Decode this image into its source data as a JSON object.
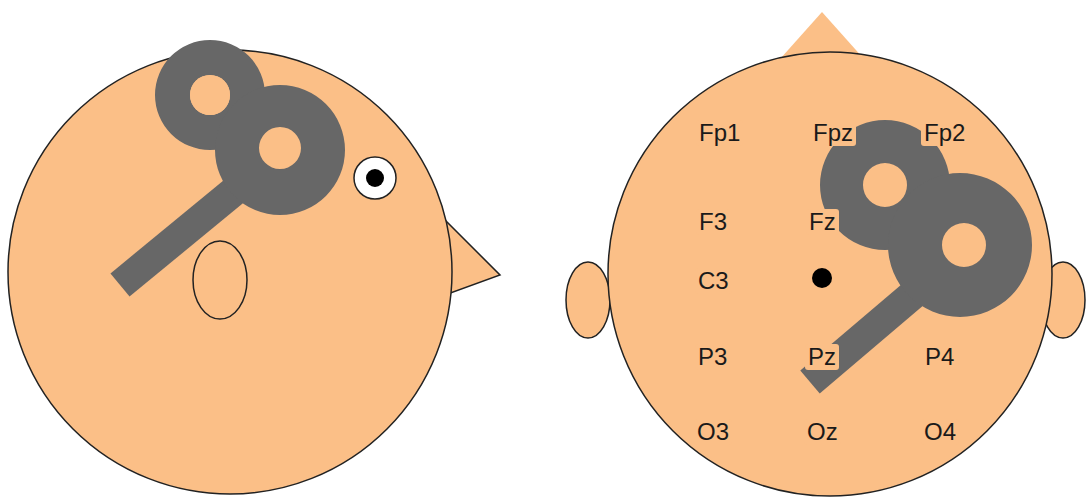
{
  "diagram": {
    "labels": [
      "Fp1",
      "Fpz",
      "Fp2",
      "F3",
      "Fz",
      "C3",
      "P3",
      "Pz",
      "P4",
      "O3",
      "Oz",
      "O4"
    ]
  }
}
